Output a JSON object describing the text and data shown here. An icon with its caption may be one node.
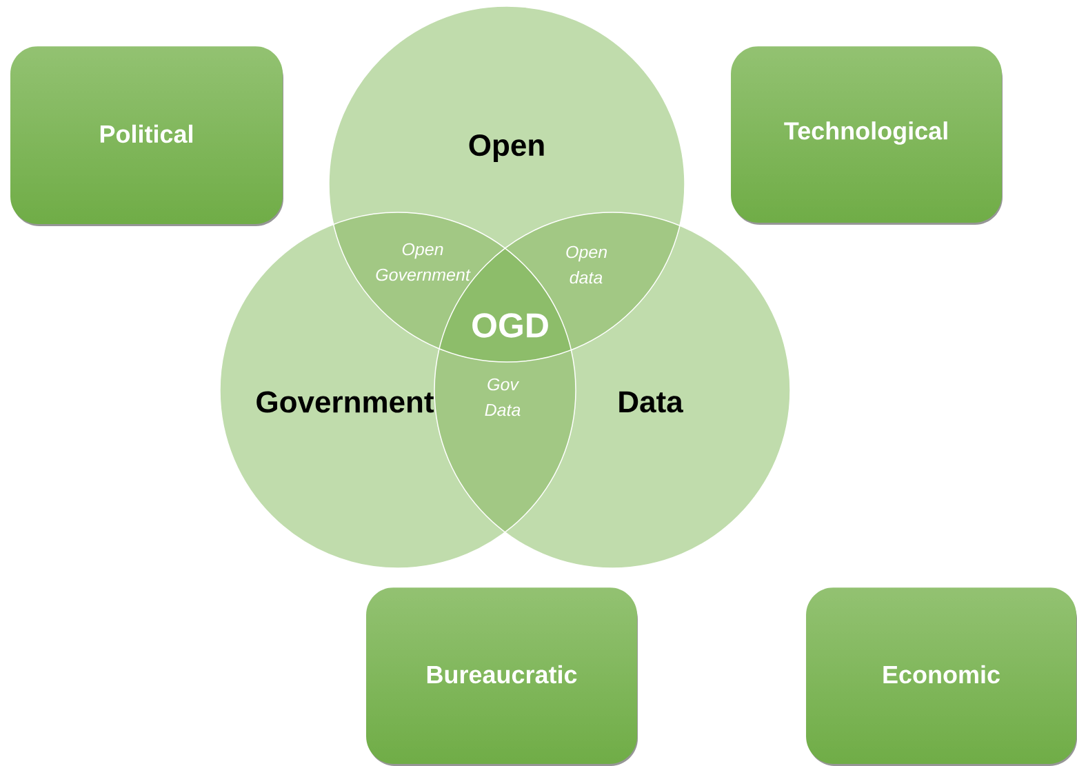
{
  "diagram": {
    "nodes": [
      {
        "text": [
          "Political"
        ]
      },
      {
        "text": [
          "Open"
        ]
      },
      {
        "text": [
          "Technological"
        ]
      },
      {
        "text": [
          "Government"
        ]
      },
      {
        "text": [
          "Data"
        ]
      },
      {
        "text": [
          "Bureaucratic"
        ]
      },
      {
        "text": [
          "Economic"
        ]
      }
    ],
    "labels": [
      "Open Government",
      "Open data",
      "OGD",
      "Gov Data"
    ]
  }
}
